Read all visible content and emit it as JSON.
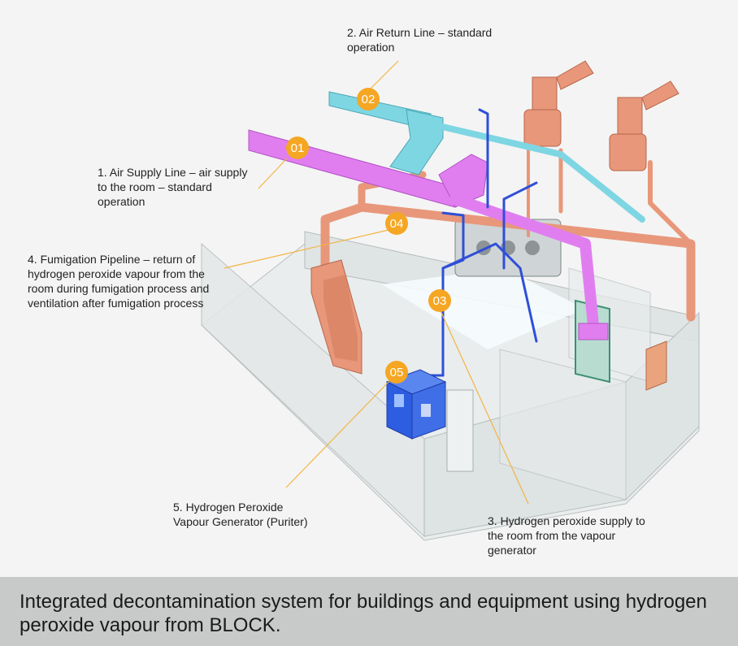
{
  "labels": {
    "air_return": "2. Air Return Line – standard\noperation",
    "air_supply": "1. Air Supply Line – air supply\nto the room – standard\noperation",
    "fumigation": "4. Fumigation Pipeline – return of\nhydrogen peroxide vapour from the\nroom during fumigation process and\nventilation after fumigation process",
    "generator": "5. Hydrogen Peroxide\nVapour Generator (Puriter)",
    "h2o2_supply": "3. Hydrogen peroxide supply to\nthe room from the vapour\ngenerator"
  },
  "badges": {
    "b01": "01",
    "b02": "02",
    "b03": "03",
    "b04": "04",
    "b05": "05"
  },
  "caption": "Integrated decontamination system for buildings and equipment using hydrogen peroxide vapour from BLOCK.",
  "colors": {
    "badge": "#f5a623",
    "supply_duct": "#e07ef0",
    "return_duct": "#7fd6e3",
    "fumigation_pipe": "#e8977a",
    "h2o2_line": "#2f4fd8",
    "generator": "#2d5de0",
    "caption_bar": "#c8c9c9"
  }
}
